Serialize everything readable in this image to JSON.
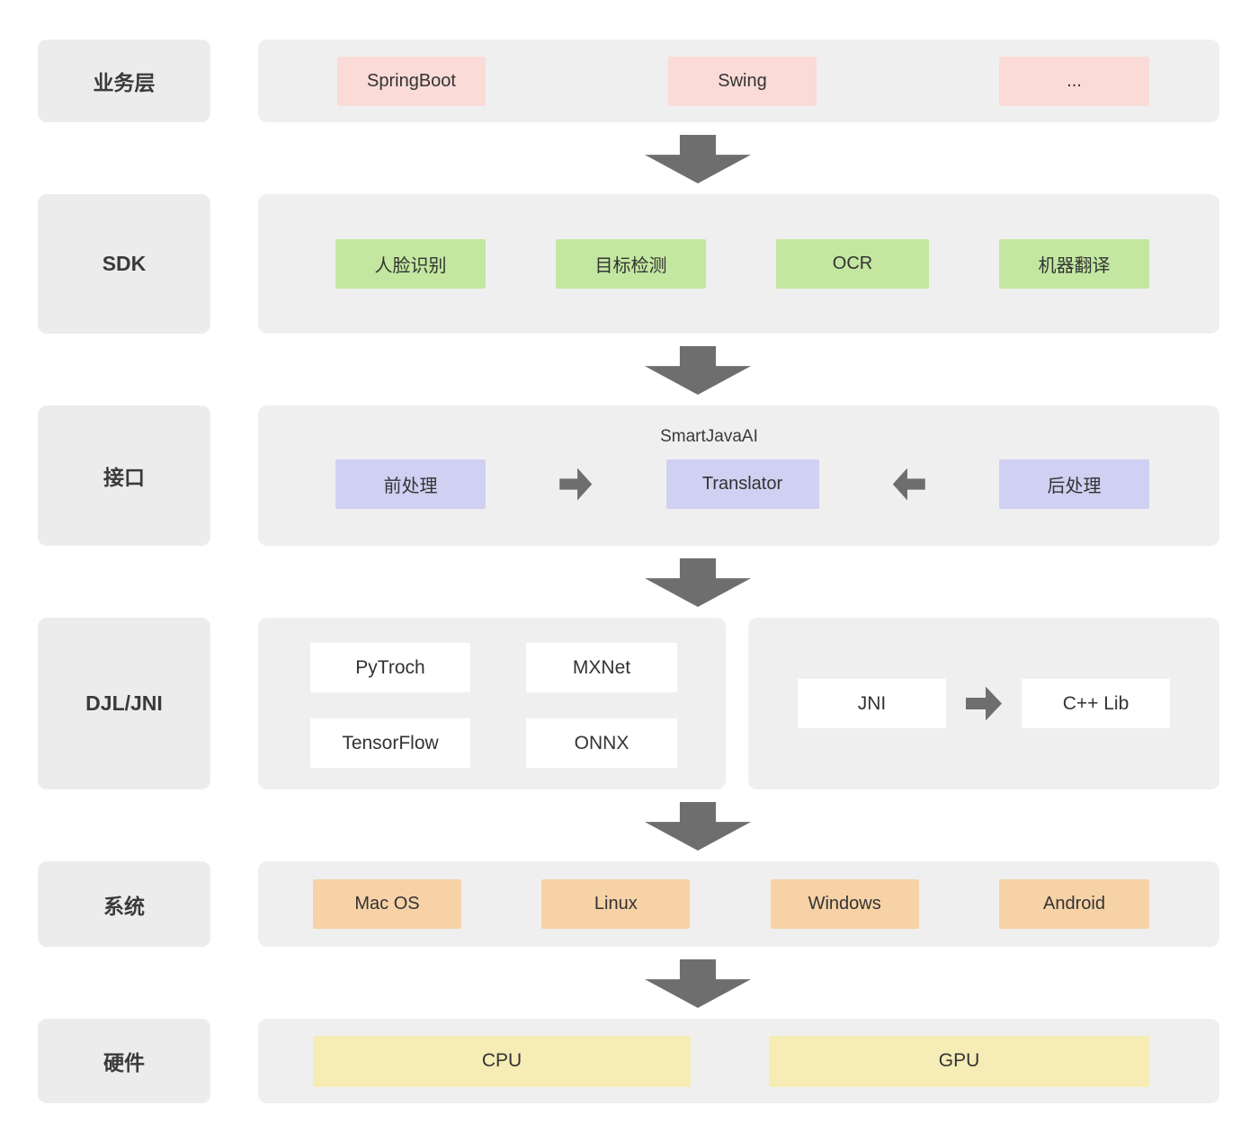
{
  "colors": {
    "row_bg": "#efefef",
    "label_bg": "#ececec",
    "business_chip": "#fadbd7",
    "sdk_chip": "#c3e7a0",
    "interface_chip": "#d0d0f2",
    "system_chip": "#f7d2a7",
    "hardware_chip": "#f5ecb6",
    "engine_box": "#ffffff",
    "arrow": "#6e6e6e",
    "text": "#3b3b3b"
  },
  "layers": {
    "business": {
      "label": "业务层",
      "items": [
        "SpringBoot",
        "Swing",
        "..."
      ]
    },
    "sdk": {
      "label": "SDK",
      "items": [
        "人脸识别",
        "目标检测",
        "OCR",
        "机器翻译"
      ]
    },
    "interface": {
      "label": "接口",
      "title": "SmartJavaAI",
      "pre": "前处理",
      "translator": "Translator",
      "post": "后处理"
    },
    "djl": {
      "label": "DJL/JNI",
      "engines": [
        "PyTroch",
        "MXNet",
        "TensorFlow",
        "ONNX"
      ],
      "jni": "JNI",
      "cpp": "C++ Lib"
    },
    "system": {
      "label": "系统",
      "items": [
        "Mac OS",
        "Linux",
        "Windows",
        "Android"
      ]
    },
    "hardware": {
      "label": "硬件",
      "items": [
        "CPU",
        "GPU"
      ]
    }
  }
}
